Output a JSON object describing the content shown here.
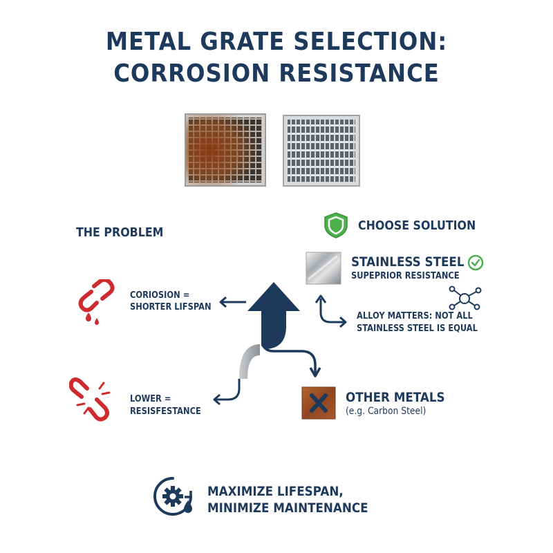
{
  "title": {
    "line1": "METAL GRATE SELECTION:",
    "line2": "CORROSION RESISTANCE"
  },
  "problem": {
    "heading": "THE PROBLEM",
    "item1": {
      "line1": "CORIOSION =",
      "line2": "SHORTER LIFSPAN",
      "icon": "broken-chain-drip-icon"
    },
    "item2": {
      "line1": "LOWER =",
      "line2": "RESISFESTANCE",
      "icon": "broken-chain-icon"
    }
  },
  "solution": {
    "heading": "CHOOSE SOLUTION",
    "icon": "shield-icon",
    "stainless": {
      "title": "STAINLESS STEEL",
      "subtitle": "SUPEPRIOR RESISTANCE",
      "icon": "check-circle-icon"
    },
    "alloy": {
      "line1": "ALLOY MATTERS: NOT ALL",
      "line2": "STAINLESS STEEL IS EQUAL",
      "icon": "molecule-icon"
    }
  },
  "other_metals": {
    "title": "OTHER METALS",
    "subtitle": "(e.g. Carbon Steel)",
    "icon": "x-mark-icon"
  },
  "footer": {
    "line1": "MAXIMIZE LIFESPAN,",
    "line2": "MINIMIZE MAINTENANCE",
    "icon": "gear-water-drop-icon"
  },
  "colors": {
    "navy": "#1d3a5c",
    "red": "#cf2a2e",
    "green": "#4bb04a",
    "rust": "#9a4e24"
  }
}
